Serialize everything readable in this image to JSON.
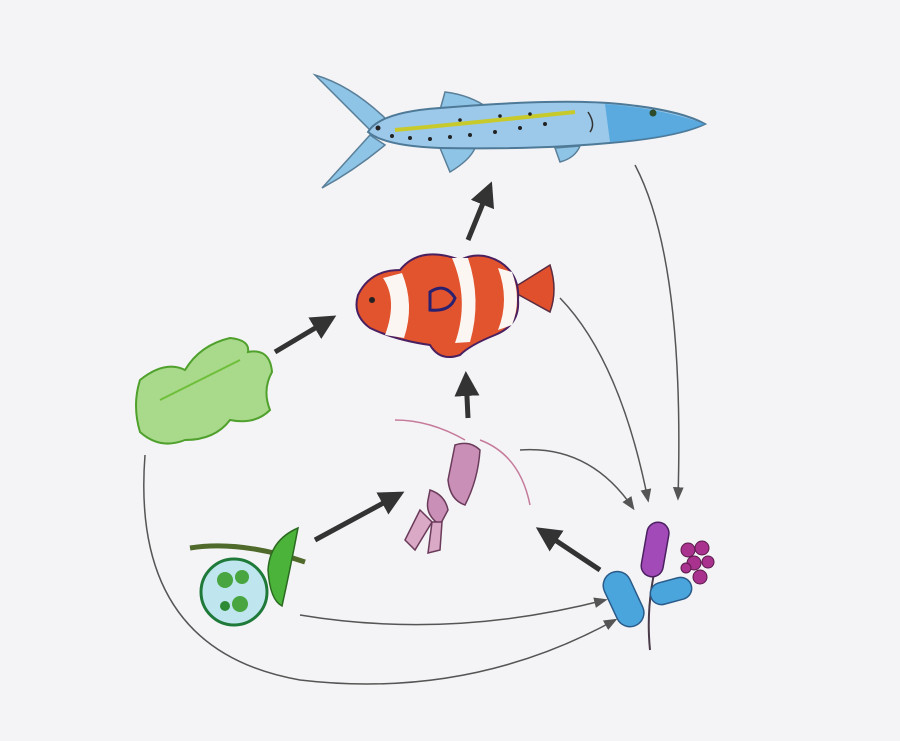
{
  "background": "#f4f4f6",
  "nodes": [
    {
      "id": "barracuda",
      "icon": "barracuda-icon",
      "color": "#6fb3df"
    },
    {
      "id": "clownfish",
      "icon": "clownfish-icon",
      "color": "#e0502c"
    },
    {
      "id": "seaweed",
      "icon": "seaweed-icon",
      "color": "#8fcf5a"
    },
    {
      "id": "krill",
      "icon": "krill-icon",
      "color": "#c46a9a"
    },
    {
      "id": "phytoplankton",
      "icon": "phytoplankton-icon",
      "color": "#2f9a52"
    },
    {
      "id": "bacteria",
      "icon": "bacteria-icon",
      "color": "#5aa8d8"
    }
  ],
  "edges": [
    {
      "from": "seaweed",
      "to": "clownfish",
      "style": "thick"
    },
    {
      "from": "clownfish",
      "to": "barracuda",
      "style": "thick"
    },
    {
      "from": "krill",
      "to": "clownfish",
      "style": "thick"
    },
    {
      "from": "phytoplankton",
      "to": "krill",
      "style": "thick"
    },
    {
      "from": "bacteria",
      "to": "krill",
      "style": "thick"
    },
    {
      "from": "barracuda",
      "to": "bacteria",
      "style": "thin"
    },
    {
      "from": "clownfish",
      "to": "bacteria",
      "style": "thin"
    },
    {
      "from": "krill",
      "to": "bacteria",
      "style": "thin"
    },
    {
      "from": "phytoplankton",
      "to": "bacteria",
      "style": "thin"
    },
    {
      "from": "seaweed",
      "to": "bacteria",
      "style": "thin"
    }
  ],
  "arrow_color": "#3a3a3e"
}
